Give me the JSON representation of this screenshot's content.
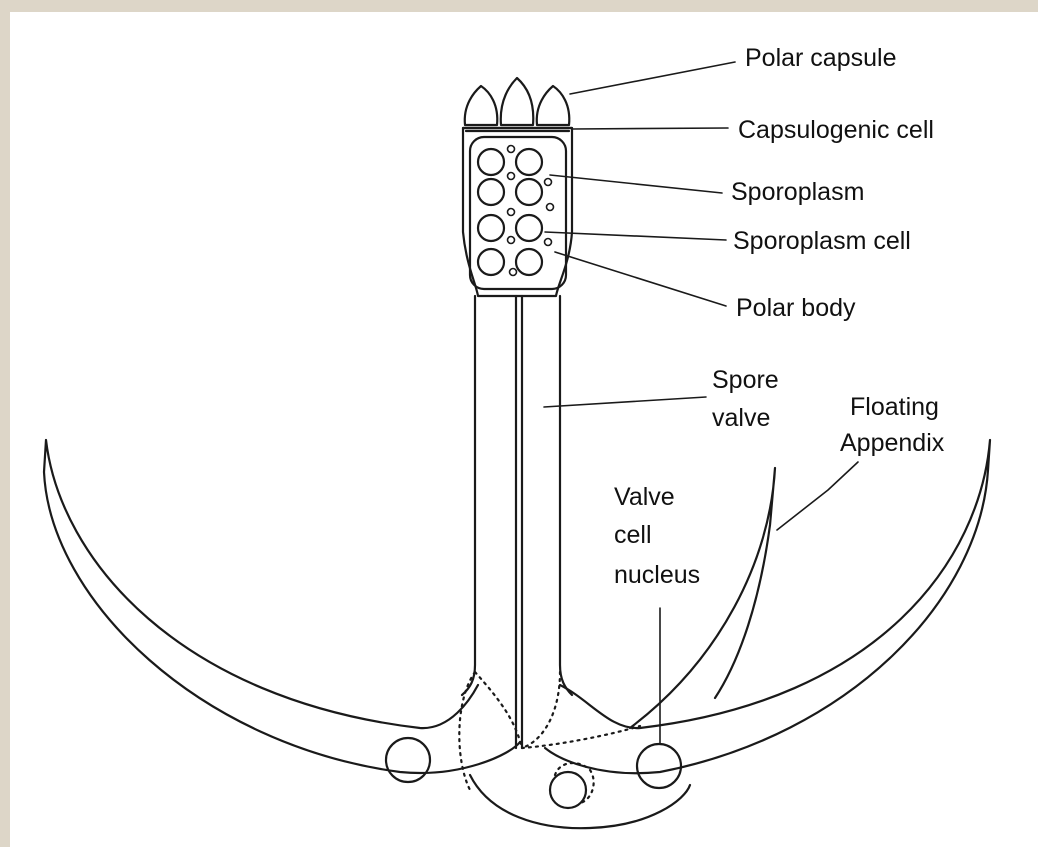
{
  "colors": {
    "background": "#ddd6c8",
    "panel": "#ffffff",
    "stroke": "#1a1a1a",
    "text": "#111111"
  },
  "labels": {
    "polar_capsule": "Polar capsule",
    "capsulogenic_cell": "Capsulogenic cell",
    "sporoplasm": "Sporoplasm",
    "sporoplasm_cell": "Sporoplasm cell",
    "polar_body": "Polar body",
    "spore_valve_line1": "Spore",
    "spore_valve_line2": "valve",
    "floating_appendix_line1": "Floating",
    "floating_appendix_line2": "Appendix",
    "valve_cell_nucleus_line1": "Valve",
    "valve_cell_nucleus_line2": "cell",
    "valve_cell_nucleus_line3": "nucleus"
  }
}
